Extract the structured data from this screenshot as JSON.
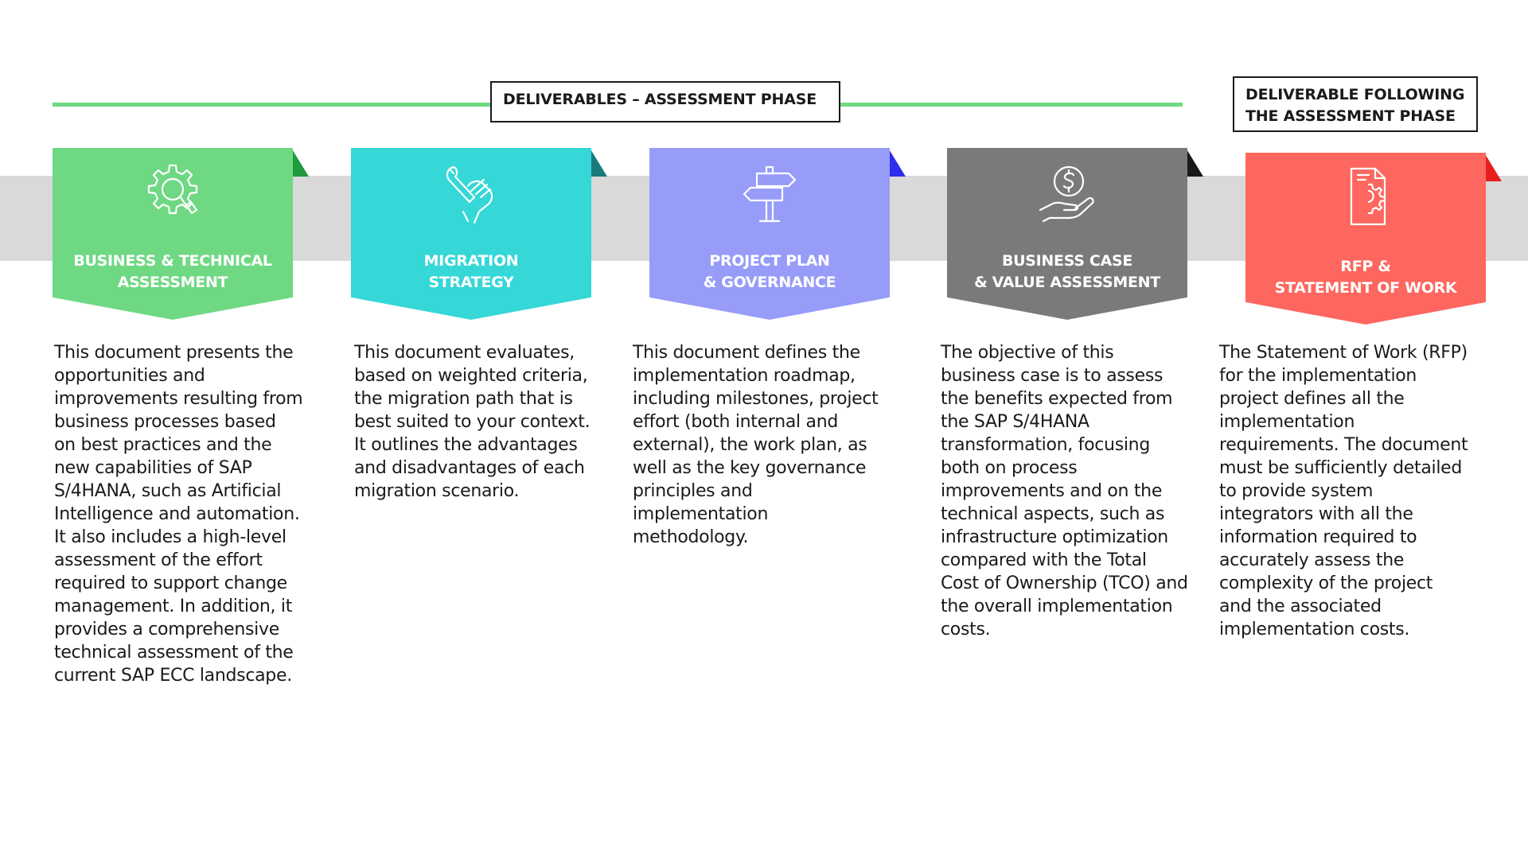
{
  "header": {
    "assessment_phase_label": "DELIVERABLES – ASSESSMENT PHASE",
    "following_phase_line1": "DELIVERABLE FOLLOWING",
    "following_phase_line2": "THE ASSESSMENT PHASE"
  },
  "colors": {
    "timeline_line": "#6fd883",
    "band": "#d9d9d9",
    "green": "#6fd883",
    "teal": "#35d7d7",
    "purple": "#979cf9",
    "gray": "#7a7a7a",
    "red": "#fd675f"
  },
  "cards": [
    {
      "icon": "gear-magnifier-icon",
      "title_line1": "BUSINESS & TECHNICAL",
      "title_line2": "ASSESSMENT",
      "description": "This document presents the\nopportunities and\nimprovements resulting from\nbusiness processes based\non best practices and the\nnew capabilities of SAP\nS/4HANA, such as Artificial\nIntelligence and automation.\nIt also includes a high-level\nassessment of the effort\nrequired to support change\nmanagement. In addition, it\nprovides a comprehensive\ntechnical assessment of the\ncurrent SAP ECC landscape."
    },
    {
      "icon": "hand-wrench-icon",
      "title_line1": "MIGRATION",
      "title_line2": "STRATEGY",
      "description": "This document evaluates,\nbased on weighted criteria,\nthe migration path that is\nbest suited to your context.\nIt outlines the advantages\nand disadvantages of each\nmigration scenario."
    },
    {
      "icon": "signpost-icon",
      "title_line1": "PROJECT PLAN",
      "title_line2": "& GOVERNANCE",
      "description": "This document defines the\nimplementation roadmap,\nincluding milestones, project\neffort (both internal and\nexternal), the work plan, as\nwell as the key governance\nprinciples and\nimplementation\nmethodology."
    },
    {
      "icon": "hand-dollar-icon",
      "title_line1": "BUSINESS CASE",
      "title_line2": "& VALUE ASSESSMENT",
      "description": "The objective of this\nbusiness case is to assess\nthe benefits expected from\nthe SAP S/4HANA\ntransformation, focusing\nboth on process\nimprovements and on the\ntechnical aspects, such as\ninfrastructure optimization\ncompared with the Total\nCost of Ownership (TCO) and\nthe overall implementation\ncosts."
    },
    {
      "icon": "document-gear-icon",
      "title_line1": "RFP &",
      "title_line2": "STATEMENT OF WORK",
      "description": "The Statement of Work (RFP)\nfor the implementation\nproject defines all the\nimplementation\nrequirements. The document\nmust be sufficiently detailed\nto provide system\nintegrators with all the\ninformation required to\naccurately assess the\ncomplexity of the project\nand the associated\nimplementation costs."
    }
  ]
}
